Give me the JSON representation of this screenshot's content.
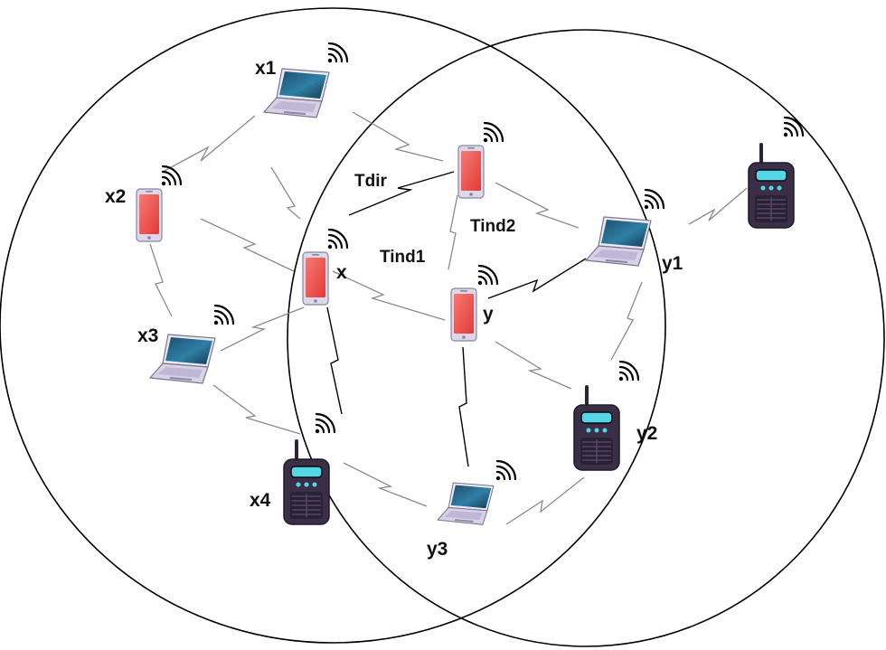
{
  "labels": {
    "x1": "x1",
    "x2": "x2",
    "x3": "x3",
    "x4": "x4",
    "x": "x",
    "y": "y",
    "y1": "y1",
    "y2": "y2",
    "y3": "y3",
    "tdir": "Tdir",
    "tind1": "Tind1",
    "tind2": "Tind2"
  },
  "icons": {
    "laptop": "laptop-icon",
    "smartphone": "smartphone-icon",
    "walkie_talkie": "walkie-talkie-icon",
    "wifi": "wifi-signal-icon"
  },
  "colors": {
    "phone_screen": "#ef5350",
    "laptop_screen": "#2a6f93",
    "radio_body": "#3b2f48",
    "radio_display": "#55d6e6",
    "wireless_link": "#8a8a8a",
    "trust_link": "#000000"
  }
}
